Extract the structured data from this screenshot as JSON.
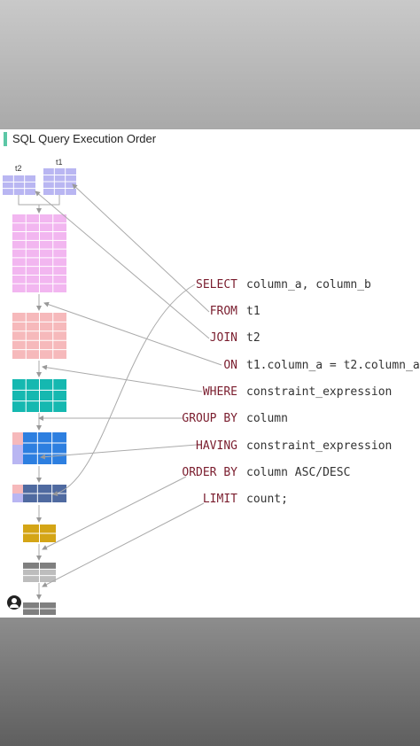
{
  "title": "SQL Query Execution Order",
  "tables": {
    "t2": "t2",
    "t1": "t1"
  },
  "clauses": [
    {
      "keyword": "SELECT",
      "value": "column_a, column_b"
    },
    {
      "keyword": "FROM",
      "value": "t1"
    },
    {
      "keyword": "JOIN",
      "value": "t2"
    },
    {
      "keyword": "ON",
      "value": "t1.column_a = t2.column_a"
    },
    {
      "keyword": "WHERE",
      "value": "constraint_expression"
    },
    {
      "keyword": "GROUP BY",
      "value": "column"
    },
    {
      "keyword": "HAVING",
      "value": "constraint_expression"
    },
    {
      "keyword": "ORDER BY",
      "value": "column ASC/DESC"
    },
    {
      "keyword": "LIMIT",
      "value": "count;"
    }
  ],
  "colors": {
    "accent": "#5cc7a6",
    "keyword": "#7a1d2e",
    "t1": "#b9b6f2",
    "joined": "#f2b6f0",
    "on": "#f6b9bb",
    "where": "#15b8b0",
    "group": "#2d7fe0",
    "having": "#4f6aa0",
    "order": "#d4a516",
    "limit": "#7f7f7f"
  }
}
